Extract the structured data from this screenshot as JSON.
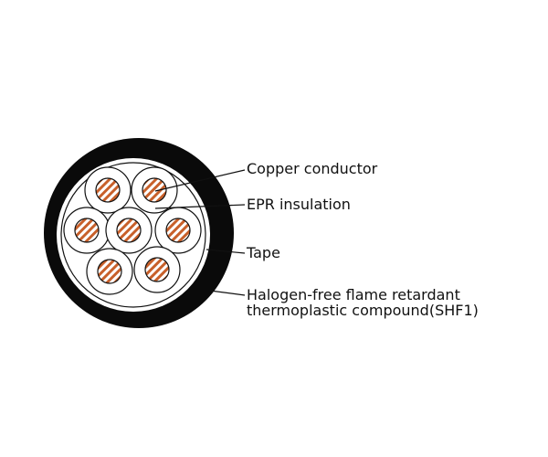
{
  "diagram": {
    "title": "Cable cross-section",
    "labels": {
      "conductor": "Copper conductor",
      "insulation": "EPR insulation",
      "tape": "Tape",
      "sheath_line1": "Halogen-free flame retardant",
      "sheath_line2": "thermoplastic compound(SHF1)"
    },
    "core_count": 7,
    "colors": {
      "sheath": "#0a0a0a",
      "copper": "#c8602a",
      "insulation": "#ffffff",
      "line": "#111111"
    }
  }
}
